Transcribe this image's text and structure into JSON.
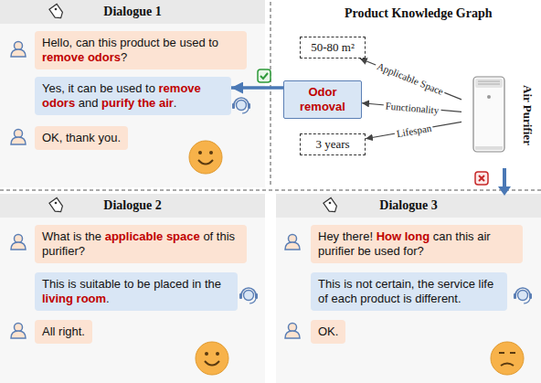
{
  "diagram": {
    "nodes": [
      {
        "text": [
          "Dialogue 1"
        ]
      },
      {
        "text": [
          "Hello, can this product be used to remove odors?"
        ]
      },
      {
        "text": [
          "Yes, it can be used to remove odors and purify the air."
        ]
      },
      {
        "text": [
          "OK, thank you."
        ]
      },
      {
        "text": [
          "50-80 m²"
        ]
      },
      {
        "text": [
          "Odor removal"
        ]
      },
      {
        "text": [
          "3 years"
        ]
      },
      {
        "text": [
          "Air Purifier"
        ]
      },
      {
        "text": [
          "Dialogue 2"
        ]
      },
      {
        "text": [
          "What is the applicable space of this purifier?"
        ]
      },
      {
        "text": [
          "This is suitable to be placed in the living room."
        ]
      },
      {
        "text": [
          "All right."
        ]
      },
      {
        "text": [
          "Dialogue 3"
        ]
      },
      {
        "text": [
          "Hey there! How long can this air purifier be used for?"
        ]
      },
      {
        "text": [
          "This is not certain, the service life of each product is different."
        ]
      },
      {
        "text": [
          "OK."
        ]
      }
    ],
    "edges": [
      {
        "from": 7,
        "to": 4,
        "label": "Applicable Space",
        "arrow": "to"
      },
      {
        "from": 7,
        "to": 5,
        "label": "Functionality",
        "arrow": "to"
      },
      {
        "from": 7,
        "to": 6,
        "label": "Lifespan",
        "arrow": "to"
      },
      {
        "from": 5,
        "to": 2,
        "arrow": "to"
      }
    ],
    "labels": [
      "Product Knowledge Graph"
    ]
  }
}
